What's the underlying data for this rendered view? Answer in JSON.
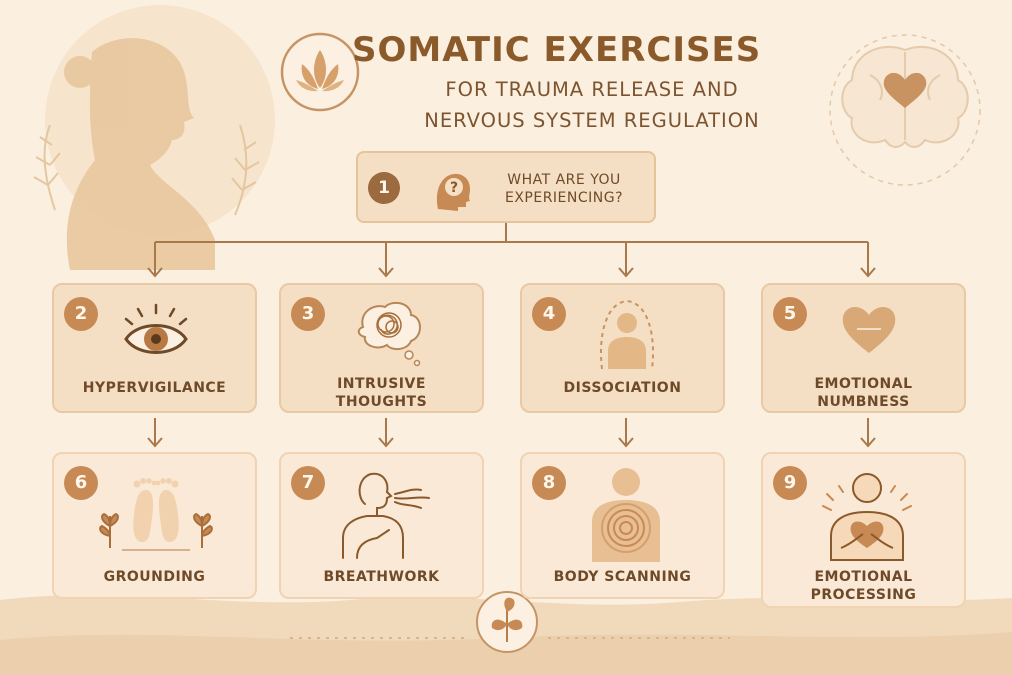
{
  "header": {
    "title": "SOMATIC EXERCISES",
    "subtitle_line1": "FOR TRAUMA RELEASE AND",
    "subtitle_line2": "NERVOUS SYSTEM REGULATION"
  },
  "question": {
    "number": "1",
    "line1": "WHAT ARE YOU",
    "line2": "EXPERIENCING?",
    "icon": "head-question-icon"
  },
  "symptoms": [
    {
      "number": "2",
      "line1": "HYPERVIGILANCE",
      "line2": "",
      "icon": "eye-icon"
    },
    {
      "number": "3",
      "line1": "INTRUSIVE",
      "line2": "THOUGHTS",
      "icon": "thought-bubble-icon"
    },
    {
      "number": "4",
      "line1": "DISSOCIATION",
      "line2": "",
      "icon": "person-outline-icon"
    },
    {
      "number": "5",
      "line1": "EMOTIONAL",
      "line2": "NUMBNESS",
      "icon": "heart-icon"
    }
  ],
  "exercises": [
    {
      "number": "6",
      "line1": "GROUNDING",
      "line2": "",
      "icon": "feet-icon"
    },
    {
      "number": "7",
      "line1": "BREATHWORK",
      "line2": "",
      "icon": "breathing-person-icon"
    },
    {
      "number": "8",
      "line1": "BODY SCANNING",
      "line2": "",
      "icon": "body-scan-icon"
    },
    {
      "number": "9",
      "line1": "EMOTIONAL",
      "line2": "PROCESSING",
      "icon": "heart-hug-icon"
    }
  ],
  "colors": {
    "background": "#fbefdf",
    "accent": "#c88a55",
    "text": "#6f4a29",
    "title": "#8a5a2b"
  }
}
